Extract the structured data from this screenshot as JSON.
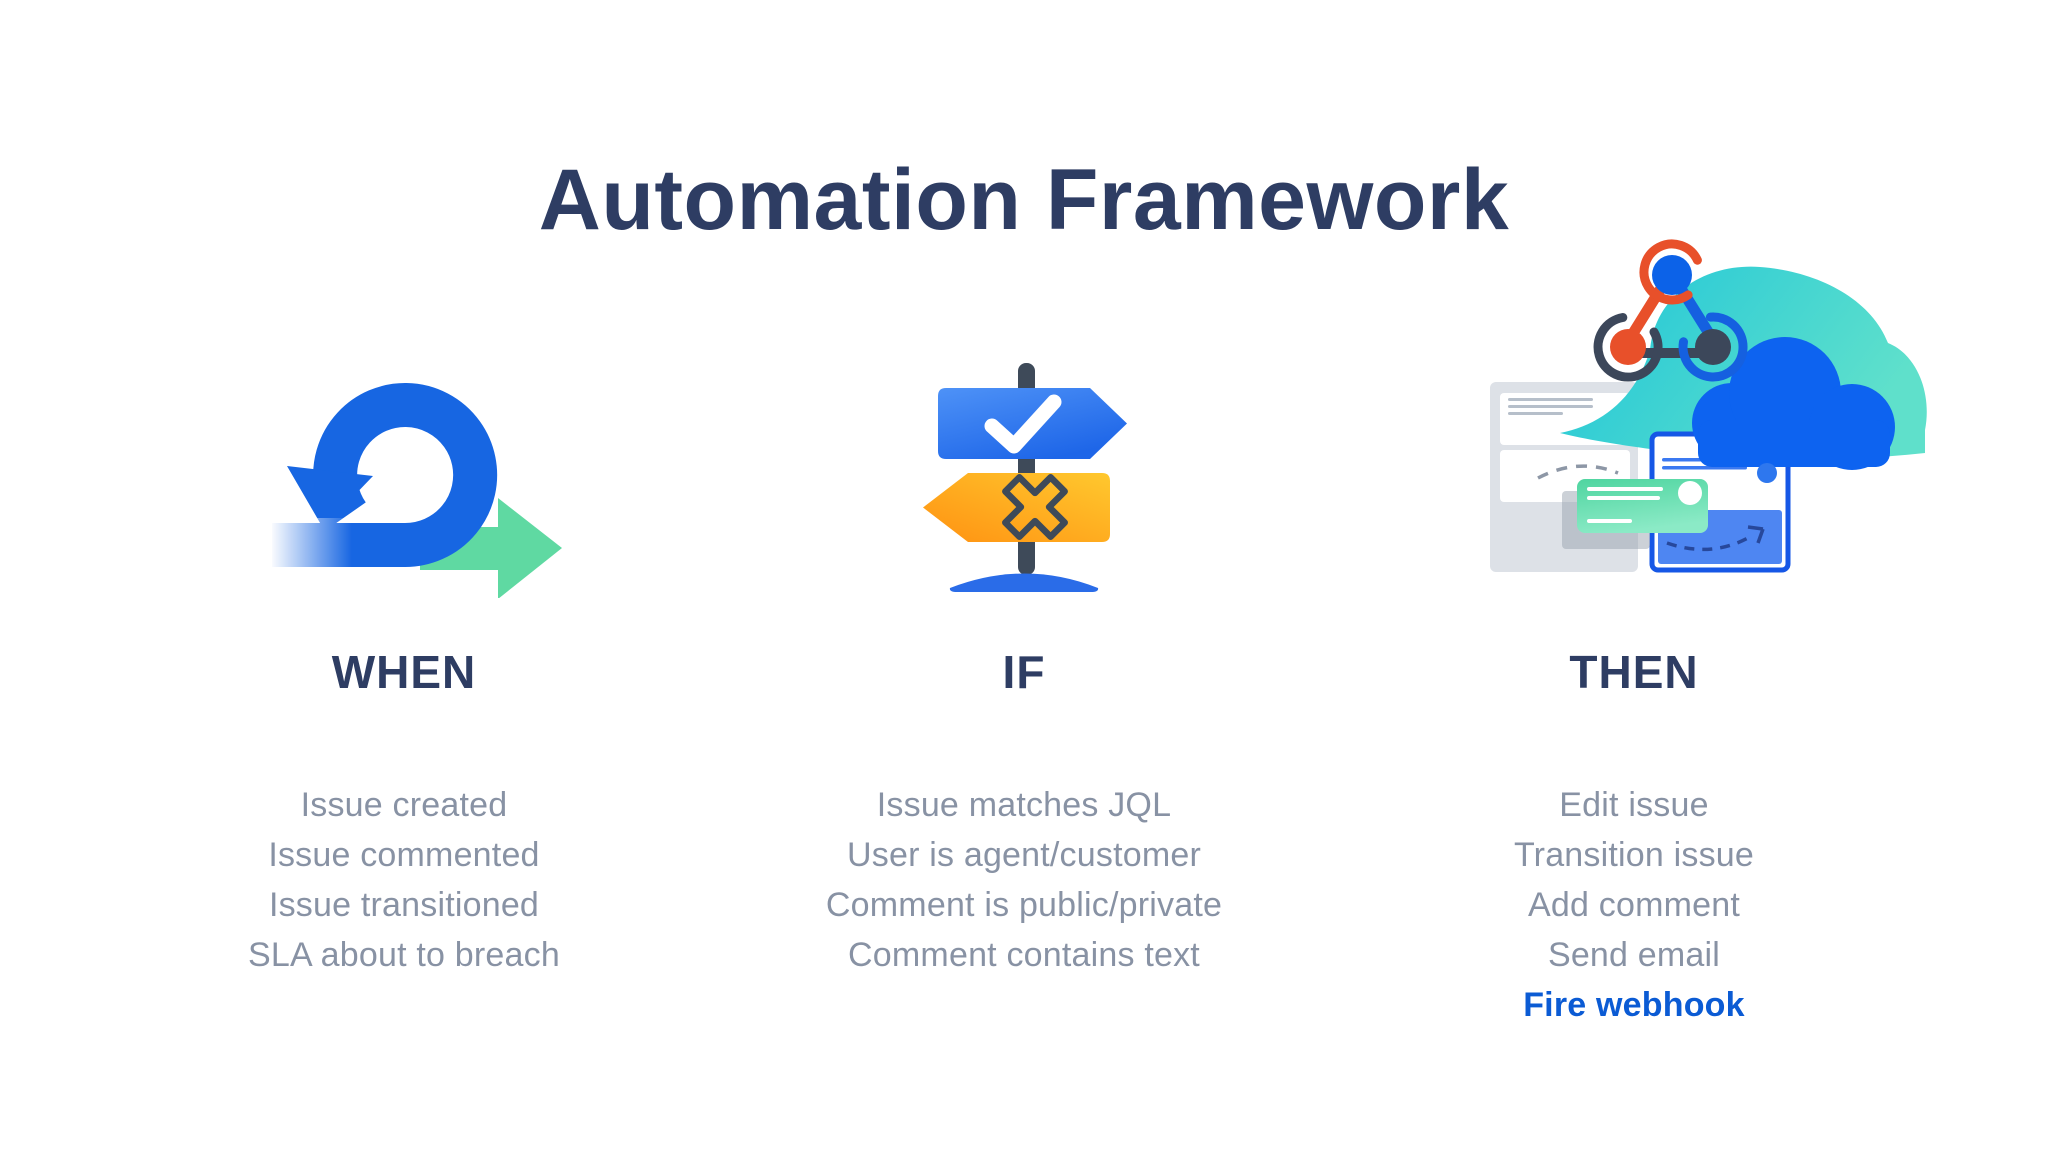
{
  "title": "Automation Framework",
  "columns": [
    {
      "id": "when",
      "heading": "WHEN",
      "icon": "sprint-loop-icon",
      "items": [
        "Issue created",
        "Issue commented",
        "Issue transitioned",
        "SLA about to breach"
      ]
    },
    {
      "id": "if",
      "heading": "IF",
      "icon": "signpost-icon",
      "items": [
        "Issue matches JQL",
        "User is agent/customer",
        "Comment is public/private",
        "Comment contains text"
      ]
    },
    {
      "id": "then",
      "heading": "THEN",
      "icon": "cloud-webhook-icon",
      "items": [
        "Edit issue",
        "Transition issue",
        "Add comment",
        "Send email"
      ],
      "highlighted_item": "Fire webhook"
    }
  ],
  "colors": {
    "heading_text": "#2e3d63",
    "body_text": "#8892a4",
    "highlight_text": "#0b5bd4",
    "brand_blue": "#1766e2",
    "green": "#5fd9a2",
    "orange_sign": "#ffa600",
    "blue_sign": "#2e77ee",
    "teal_cloud": "#2cc8d4",
    "blue_cloud": "#0d63f0",
    "red_orange": "#e8502a",
    "dark_slate": "#3c475a"
  }
}
